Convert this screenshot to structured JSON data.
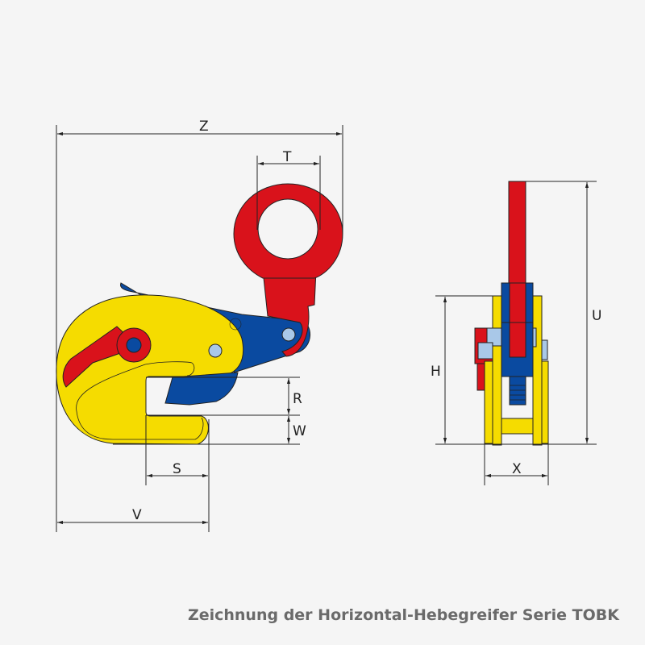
{
  "colors": {
    "yellow": "#f5dc00",
    "red": "#d9121b",
    "blue": "#0a4aa0",
    "bolt": "#a9c8e8",
    "background": "#f5f5f5"
  },
  "dimensions": {
    "Z": "Z",
    "T": "T",
    "R": "R",
    "W": "W",
    "S": "S",
    "V": "V",
    "H": "H",
    "U": "U",
    "X": "X"
  },
  "caption": "Zeichnung der Horizontal-Hebegreifer Serie TOBK"
}
